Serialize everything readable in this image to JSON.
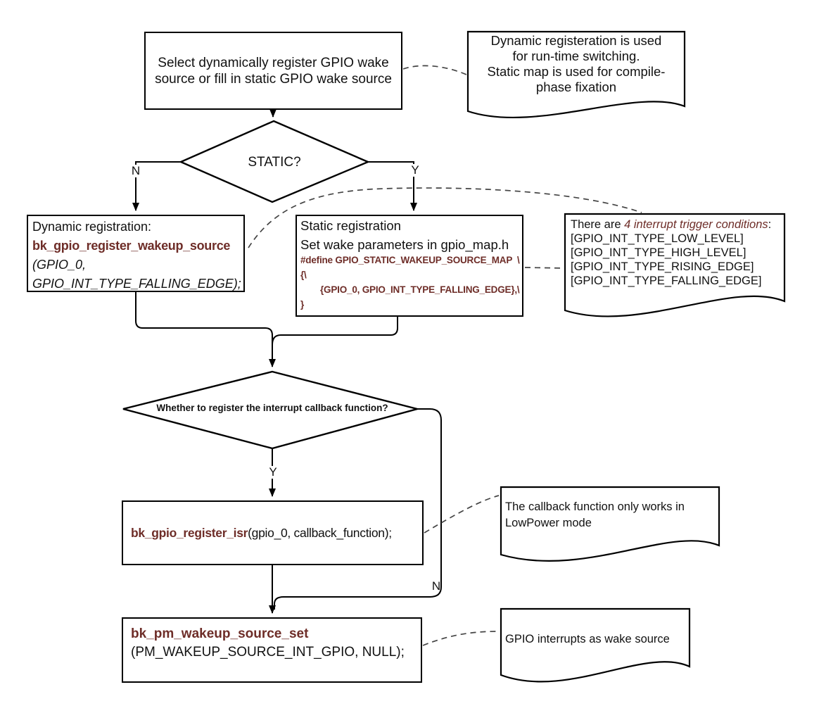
{
  "colors": {
    "ink": "#111111",
    "line": "#000000",
    "code_red": "#6e2d28",
    "dash": "#444444",
    "background": "#ffffff"
  },
  "flow": {
    "start_box": {
      "line1": "Select dynamically register GPIO wake",
      "line2": "source or fill in static GPIO wake source"
    },
    "decision_static": {
      "label": "STATIC?",
      "no": "N",
      "yes": "Y"
    },
    "dynamic_box": {
      "line1": "Dynamic registration:",
      "fn": "bk_gpio_register_wakeup_source",
      "arg1": "(GPIO_0,",
      "arg2": "GPIO_INT_TYPE_FALLING_EDGE);"
    },
    "static_box": {
      "line1": "Static registration",
      "line2": "Set wake parameters in gpio_map.h",
      "code1": "#define GPIO_STATIC_WAKEUP_SOURCE_MAP  \\",
      "code2": "{\\",
      "code3": "{GPIO_0, GPIO_INT_TYPE_FALLING_EDGE},\\",
      "code4": "}"
    },
    "decision_callback": {
      "label": "Whether to register the interrupt callback function?",
      "yes": "Y",
      "no": "N"
    },
    "isr_box": {
      "fn": "bk_gpio_register_isr",
      "args": "(gpio_0, callback_function);"
    },
    "pm_box": {
      "fn": "bk_pm_wakeup_source_set",
      "args": "(PM_WAKEUP_SOURCE_INT_GPIO, NULL);"
    }
  },
  "notes": {
    "dynamic_note": {
      "line1": "Dynamic registeration is used",
      "line2": "for run-time switching.",
      "line3": "Static map is used for compile-",
      "line4": "phase fixation"
    },
    "trigger_note": {
      "prefix": "There are ",
      "emphasis": "4 interrupt trigger conditions",
      "suffix": ":",
      "item1": "[GPIO_INT_TYPE_LOW_LEVEL]",
      "item2": "[GPIO_INT_TYPE_HIGH_LEVEL]",
      "item3": "[GPIO_INT_TYPE_RISING_EDGE]",
      "item4": "[GPIO_INT_TYPE_FALLING_EDGE]"
    },
    "callback_note": {
      "line1": "The callback function only works in",
      "line2": "LowPower mode"
    },
    "wake_note": {
      "line1": "GPIO interrupts as wake source"
    }
  }
}
